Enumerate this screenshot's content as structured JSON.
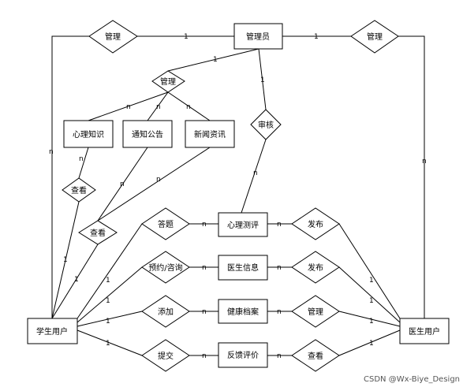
{
  "entities": {
    "admin": "管理员",
    "student": "学生用户",
    "doctor": "医生用户",
    "psy_knowledge": "心理知识",
    "notice": "通知公告",
    "news": "新闻资讯",
    "psy_test": "心理测评",
    "doctor_info": "医生信息",
    "health_record": "健康档案",
    "feedback": "反馈评价"
  },
  "relations": {
    "manage_left": "管理",
    "manage_right": "管理",
    "manage_content": "管理",
    "review": "审核",
    "view_knowledge": "查看",
    "view_notice": "查看",
    "answer": "答题",
    "appointment": "预约/咨询",
    "add": "添加",
    "submit": "提交",
    "publish_test": "发布",
    "publish_info": "发布",
    "manage_record": "管理",
    "view_feedback": "查看"
  },
  "cardinality": {
    "one": "1",
    "many": "n"
  },
  "watermark": "CSDN @Wx-Biye_Design"
}
